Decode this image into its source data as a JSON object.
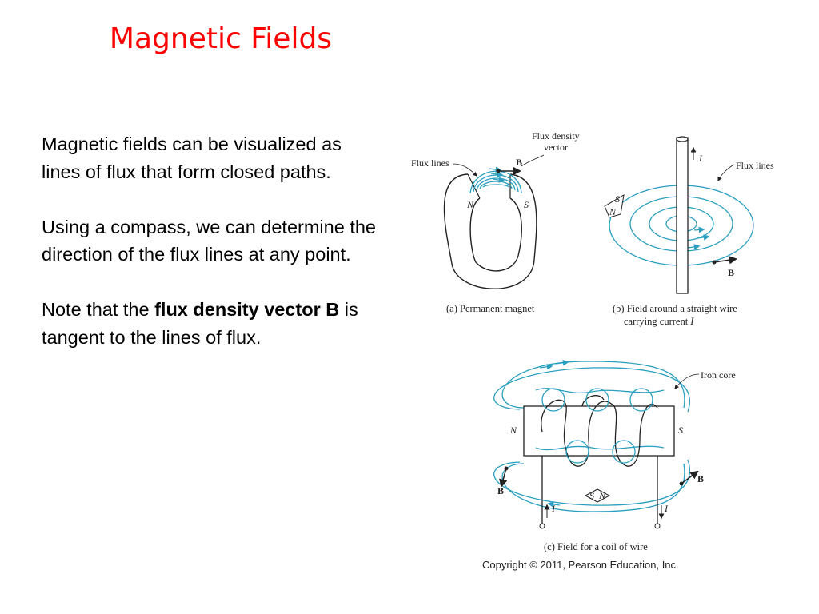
{
  "slide": {
    "title": "Magnetic Fields",
    "paragraph1": "Magnetic fields can be visualized as lines of flux that form closed paths.",
    "paragraph2": "Using a compass, we can determine the direction of the flux lines at any point.",
    "paragraph3_before": "Note that the ",
    "paragraph3_bold": "flux density vector B",
    "paragraph3_after": " is tangent to the lines of flux."
  },
  "figure": {
    "a": {
      "caption": "(a) Permanent magnet",
      "flux_lines_label": "Flux lines",
      "flux_density_label_1": "Flux density",
      "flux_density_label_2": "vector",
      "b_label": "B",
      "n_label": "N",
      "s_label": "S"
    },
    "b": {
      "caption_1": "(b) Field around a straight wire",
      "caption_2": "carrying current",
      "caption_current": "I",
      "flux_lines_label": "Flux lines",
      "current_label": "I",
      "b_label": "B",
      "compass_s": "S",
      "compass_n": "N"
    },
    "c": {
      "caption": "(c) Field for a coil of wire",
      "iron_core_label": "Iron core",
      "n_label": "N",
      "s_label": "S",
      "b_left_label": "B",
      "b_right_label": "B",
      "current_left": "I",
      "current_right": "I",
      "compass_s": "S",
      "compass_n": "N"
    },
    "copyright": "Copyright © 2011, Pearson Education, Inc."
  },
  "colors": {
    "title": "#ff0000",
    "flux": "#2a9fc0",
    "ink": "#222222"
  }
}
